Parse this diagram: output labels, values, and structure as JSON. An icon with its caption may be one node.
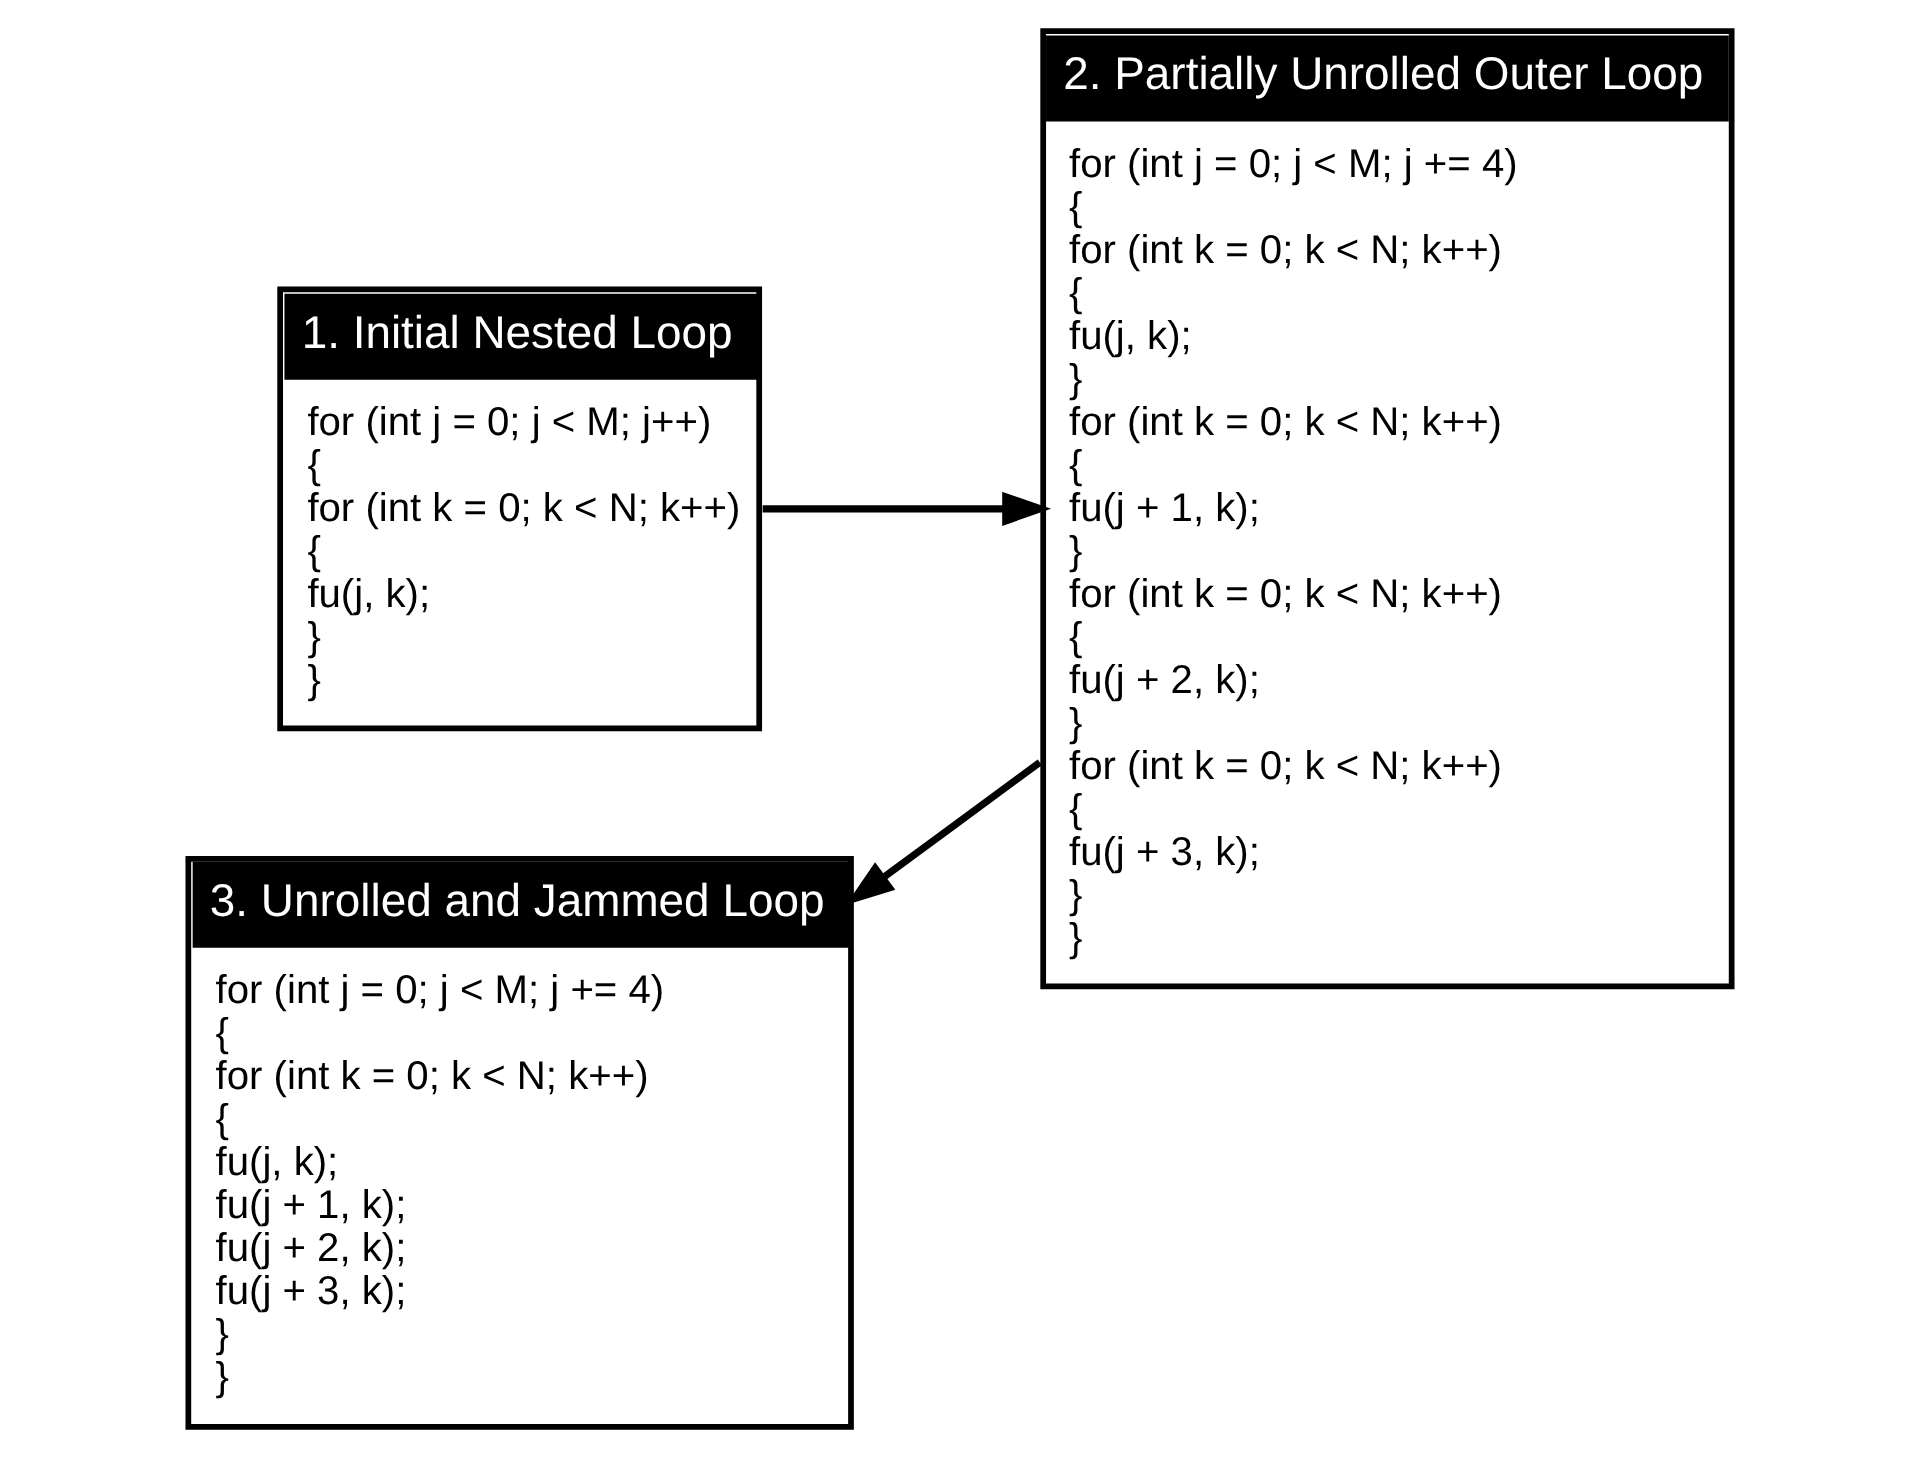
{
  "diagram": {
    "nodes": [
      {
        "text": [
          "1. Initial Nested Loop",
          "for (int j = 0; j < M; j++)",
          "{",
          "for (int k = 0; k < N; k++)",
          "{",
          "fu(j, k);",
          "}",
          "}"
        ]
      },
      {
        "text": [
          "2. Partially Unrolled Outer Loop",
          "for (int j = 0; j < M; j += 4)",
          "{",
          "for (int k = 0; k < N; k++)",
          "{",
          "fu(j, k);",
          "}",
          "for (int k = 0; k < N; k++)",
          "{",
          "fu(j + 1, k);",
          "}",
          "for (int k = 0; k < N; k++)",
          "{",
          "fu(j + 2, k);",
          "}",
          "for (int k = 0; k < N; k++)",
          "{",
          "fu(j + 3, k);",
          "}",
          "}"
        ]
      },
      {
        "text": [
          "3. Unrolled and Jammed Loop",
          "for (int j = 0; j < M; j += 4)",
          "{",
          "for (int k = 0; k < N; k++)",
          "{",
          "fu(j, k);",
          "fu(j + 1, k);",
          "fu(j + 2, k);",
          "fu(j + 3, k);",
          "}",
          "}"
        ]
      }
    ],
    "edges": [
      {
        "from": 0,
        "to": 1,
        "arrow": "to"
      },
      {
        "from": 1,
        "to": 2,
        "arrow": "to"
      }
    ]
  }
}
